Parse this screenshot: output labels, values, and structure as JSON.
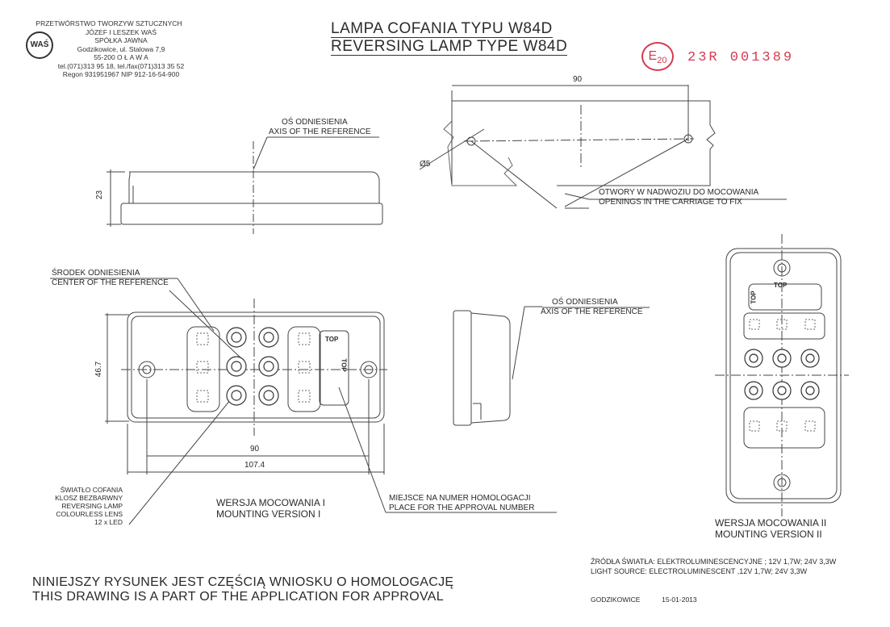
{
  "company": {
    "logo_text": "WAŚ",
    "lines": [
      "PRZETWÓRSTWO TWORZYW SZTUCZNYCH",
      "JÓZEF I LESZEK WAŚ",
      "SPÓŁKA JAWNA",
      "Godzikowice, ul. Stalowa 7,9",
      "55-200   O Ł A W A",
      "tel.(071)313 95 18, tel./fax(071)313 35 52",
      "Regon 931951967 NIP 912-16-54-900"
    ]
  },
  "title": {
    "pl": "LAMPA COFANIA TYPU W84D",
    "en": "REVERSING LAMP TYPE W84D"
  },
  "stamp": {
    "mark": "E",
    "mark_sub": "20",
    "number": "23R  001389"
  },
  "dimensions": {
    "hole_spacing_top": "90",
    "hole_diameter": "Ø5",
    "height_side": "23",
    "width_front": "46.7",
    "hole_spacing_front": "90",
    "length_front": "107.4"
  },
  "labels": {
    "axis_ref_top_pl": "OŚ ODNIESIENIA",
    "axis_ref_top_en": "AXIS OF THE REFERENCE",
    "openings_pl": "OTWORY W NADWOZIU DO MOCOWANIA",
    "openings_en": "OPENINGS IN THE CARRIAGE TO FIX",
    "center_ref_pl": "ŚRODEK ODNIESIENIA",
    "center_ref_en": "CENTER OF THE REFERENCE",
    "axis_ref_mid_pl": "OŚ ODNIESIENIA",
    "axis_ref_mid_en": "AXIS OF THE REFERENCE",
    "light_lines": [
      "ŚWIATŁO COFANIA",
      "KLOSZ BEZBARWNY",
      "REVERSING LAMP",
      "COLOURLESS LENS",
      "12 x LED"
    ],
    "mount1_pl": "WERSJA MOCOWANIA I",
    "mount1_en": "MOUNTING VERSION I",
    "approval_place_pl": "MIEJSCE NA NUMER HOMOLOGACJI",
    "approval_place_en": "PLACE FOR THE APPROVAL NUMBER",
    "mount2_pl": "WERSJA MOCOWANIA II",
    "mount2_en": "MOUNTING VERSION II",
    "top_tag": "TOP"
  },
  "light_source": {
    "pl": "ŹRÓDŁA ŚWIATŁA: ELEKTROLUMINESCENCYJNE ; 12V  1,7W; 24V  3,3W",
    "en": "LIGHT SOURCE: ELECTROLUMINESCENT ,12V  1,7W; 24V  3,3W"
  },
  "footer": {
    "pl": "NINIEJSZY RYSUNEK JEST CZĘŚCIĄ WNIOSKU O  HOMOLOGACJĘ",
    "en": "THIS DRAWING IS A PART OF THE APPLICATION FOR  APPROVAL",
    "place": "GODZIKOWICE",
    "date": "15-01-2013"
  }
}
